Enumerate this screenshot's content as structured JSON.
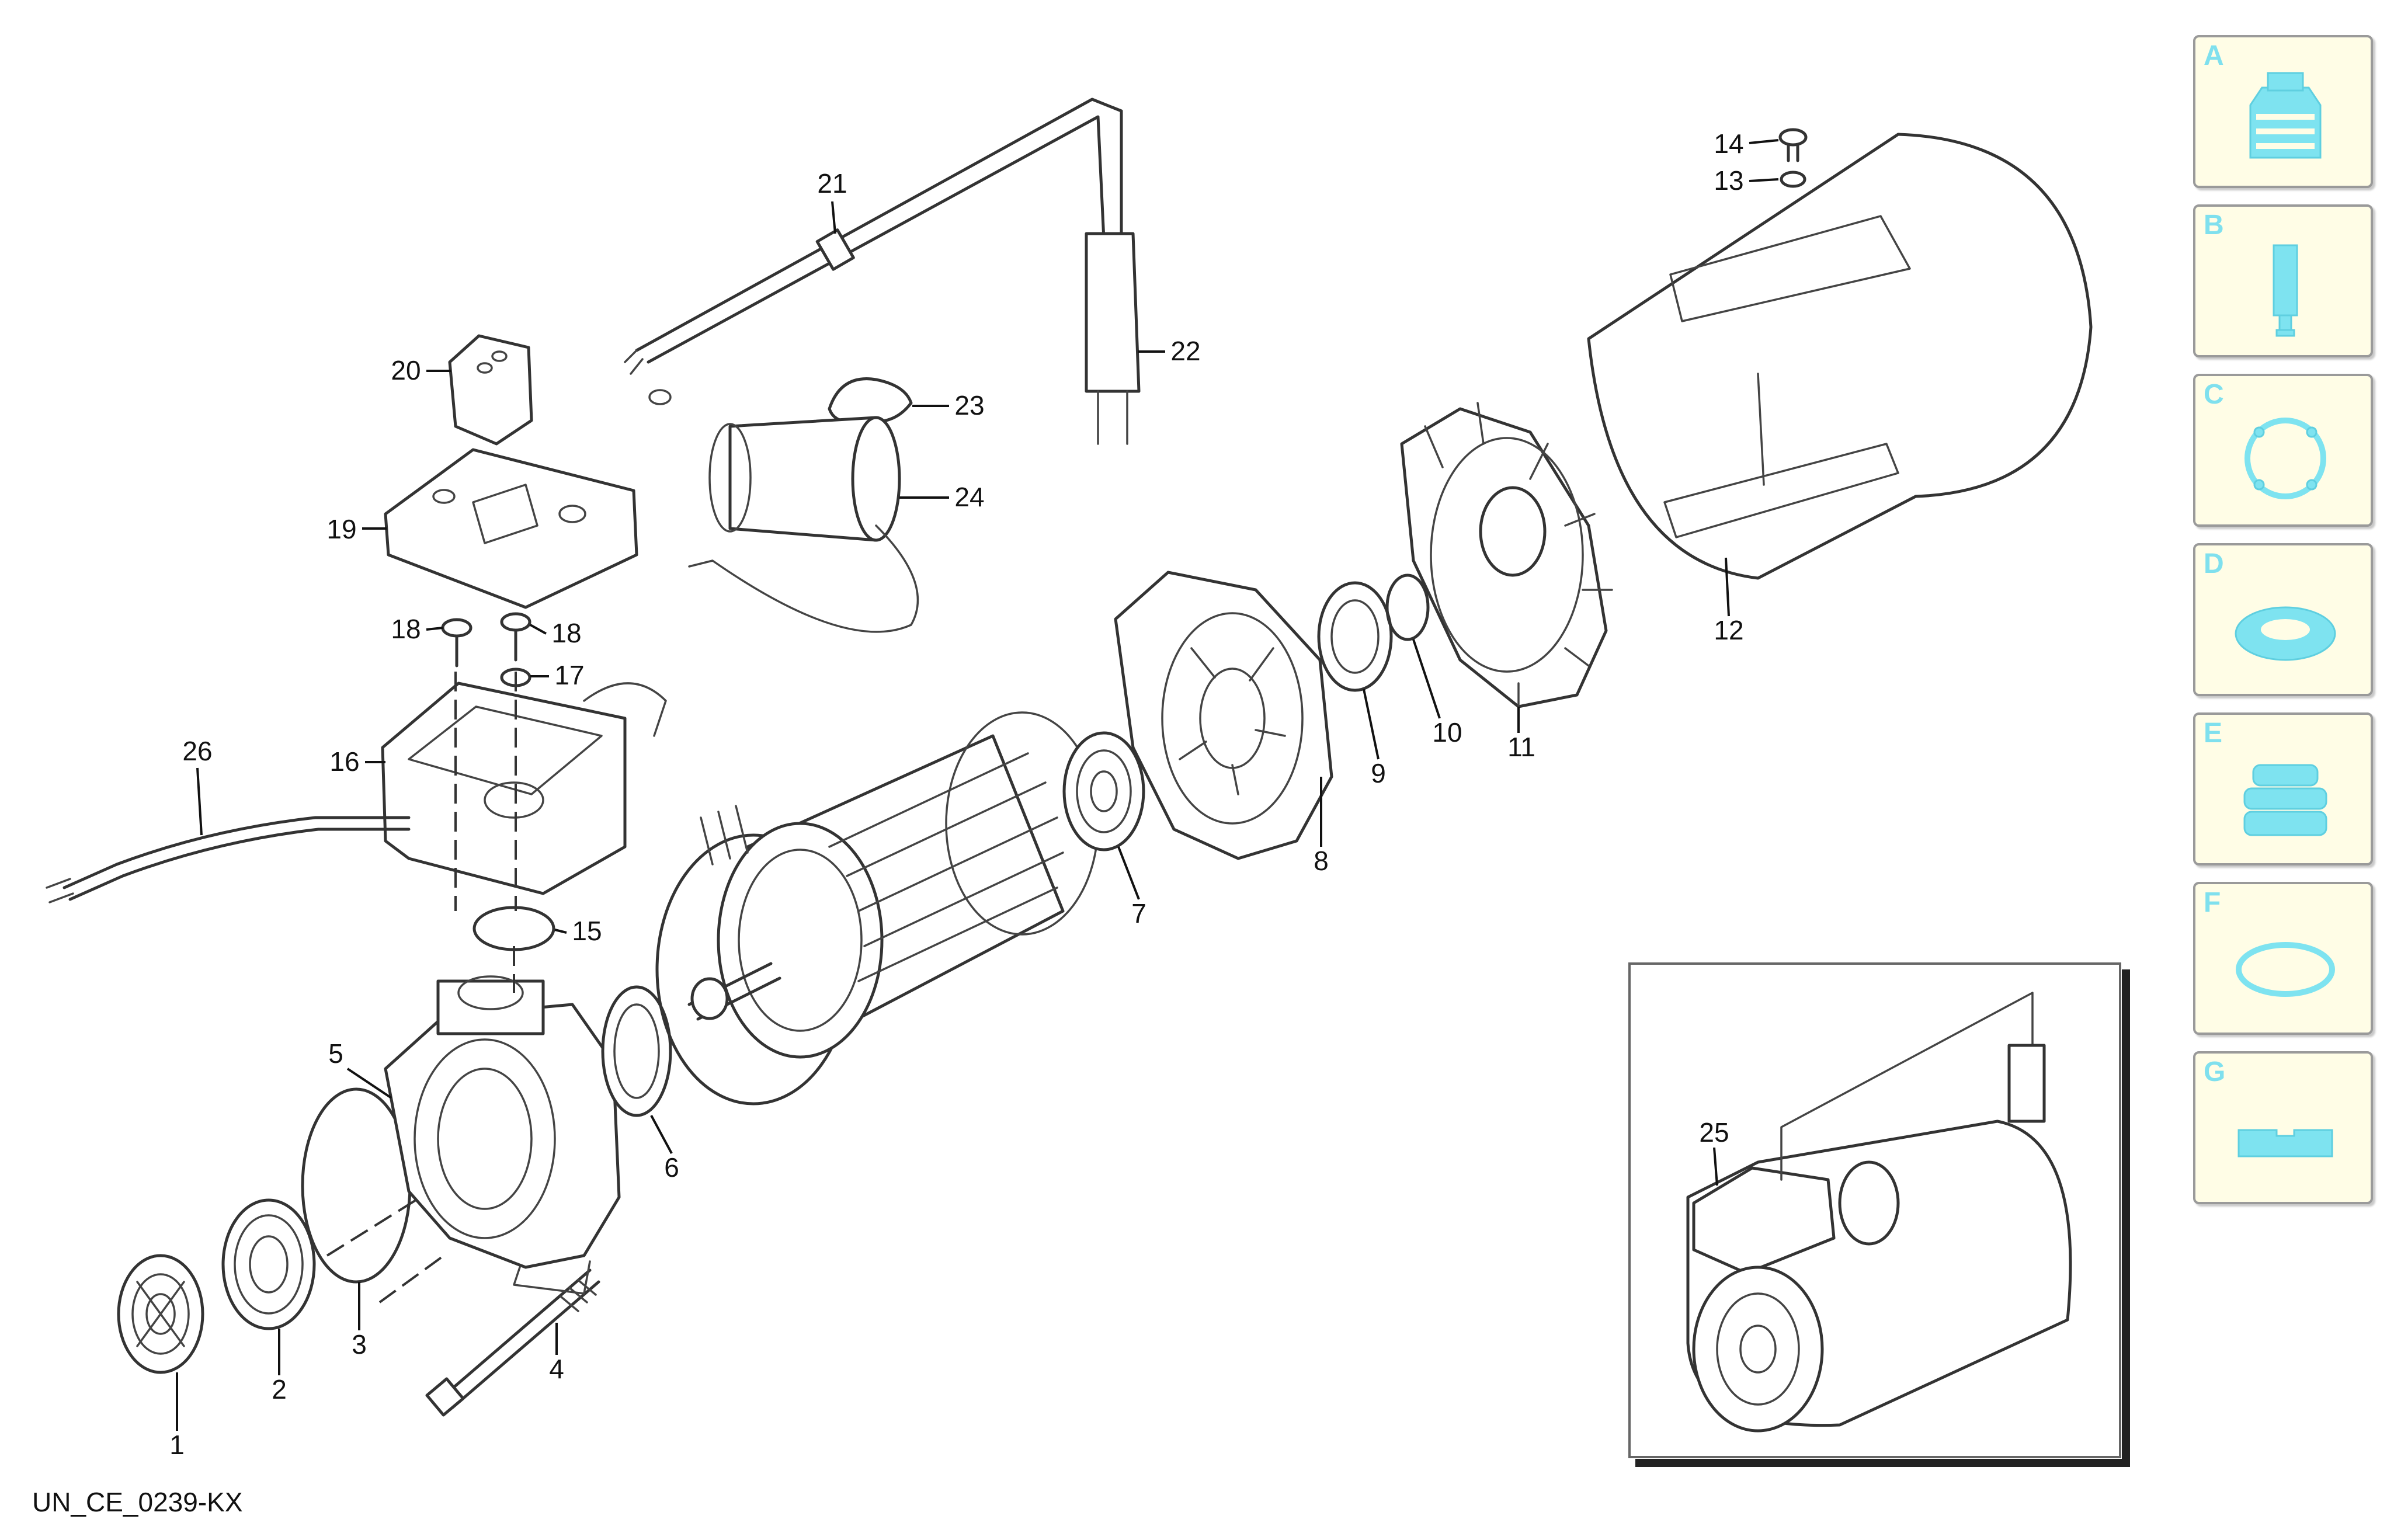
{
  "drawing_code": "UN_CE_0239-KX",
  "callouts": [
    "1",
    "2",
    "3",
    "4",
    "5",
    "6",
    "7",
    "8",
    "9",
    "10",
    "11",
    "12",
    "13",
    "14",
    "15",
    "16",
    "17",
    "18",
    "18",
    "19",
    "20",
    "21",
    "22",
    "23",
    "24",
    "25",
    "26"
  ],
  "tabs": [
    {
      "letter": "A",
      "icon": "pump-housing-icon"
    },
    {
      "letter": "B",
      "icon": "shaft-icon"
    },
    {
      "letter": "C",
      "icon": "o-ring-icon"
    },
    {
      "letter": "D",
      "icon": "shaft-seal-icon"
    },
    {
      "letter": "E",
      "icon": "bellows-seal-icon"
    },
    {
      "letter": "F",
      "icon": "gasket-icon"
    },
    {
      "letter": "G",
      "icon": "block-icon"
    }
  ],
  "colors": {
    "tab_icon": "#7ee3f0",
    "tab_background": "#fffde6",
    "line": "#333333"
  }
}
